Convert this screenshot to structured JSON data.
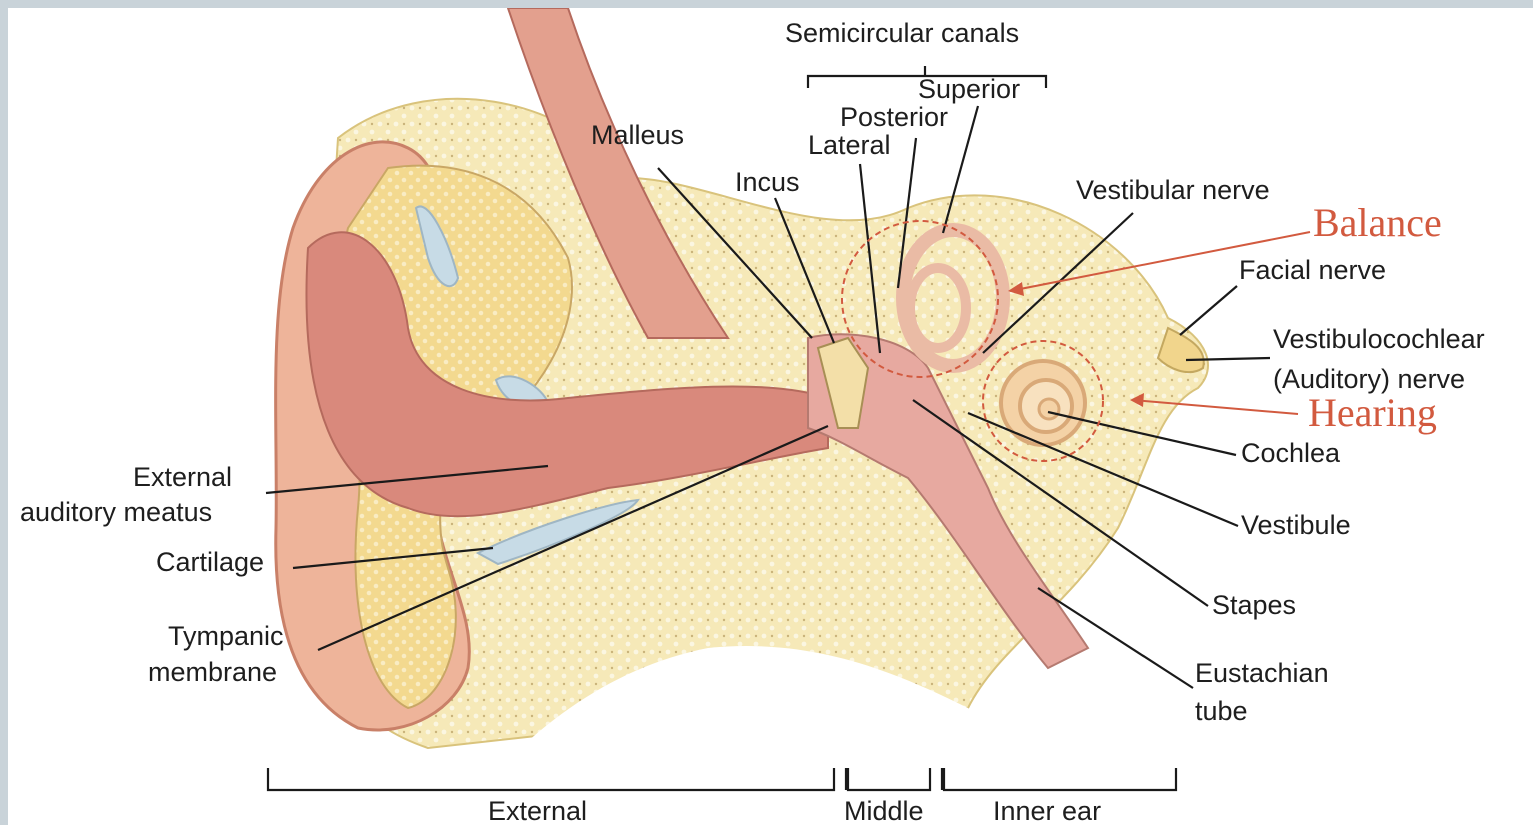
{
  "labels": {
    "semicircular_canals": "Semicircular canals",
    "superior": "Superior",
    "posterior": "Posterior",
    "lateral": "Lateral",
    "malleus": "Malleus",
    "incus": "Incus",
    "vestibular_nerve": "Vestibular nerve",
    "facial_nerve": "Facial nerve",
    "vestibulocochlear_1": "Vestibulocochlear",
    "vestibulocochlear_2": "(Auditory) nerve",
    "ext_meatus_1": "External",
    "ext_meatus_2": "auditory meatus",
    "cartilage": "Cartilage",
    "tympanic_1": "Tympanic",
    "tympanic_2": "membrane",
    "cochlea": "Cochlea",
    "vestibule": "Vestibule",
    "stapes": "Stapes",
    "eustachian_1": "Eustachian",
    "eustachian_2": "tube",
    "region_external": "External",
    "region_middle": "Middle",
    "region_inner": "Inner ear"
  },
  "annotations": {
    "balance": "Balance",
    "hearing": "Hearing"
  },
  "colors": {
    "annotation": "#d25a3f",
    "bone": "#f1d98d",
    "skin": "#e9a98e",
    "canal": "#d9897c",
    "fluid": "#c7dbe6",
    "frame": "#c9d3d9"
  }
}
